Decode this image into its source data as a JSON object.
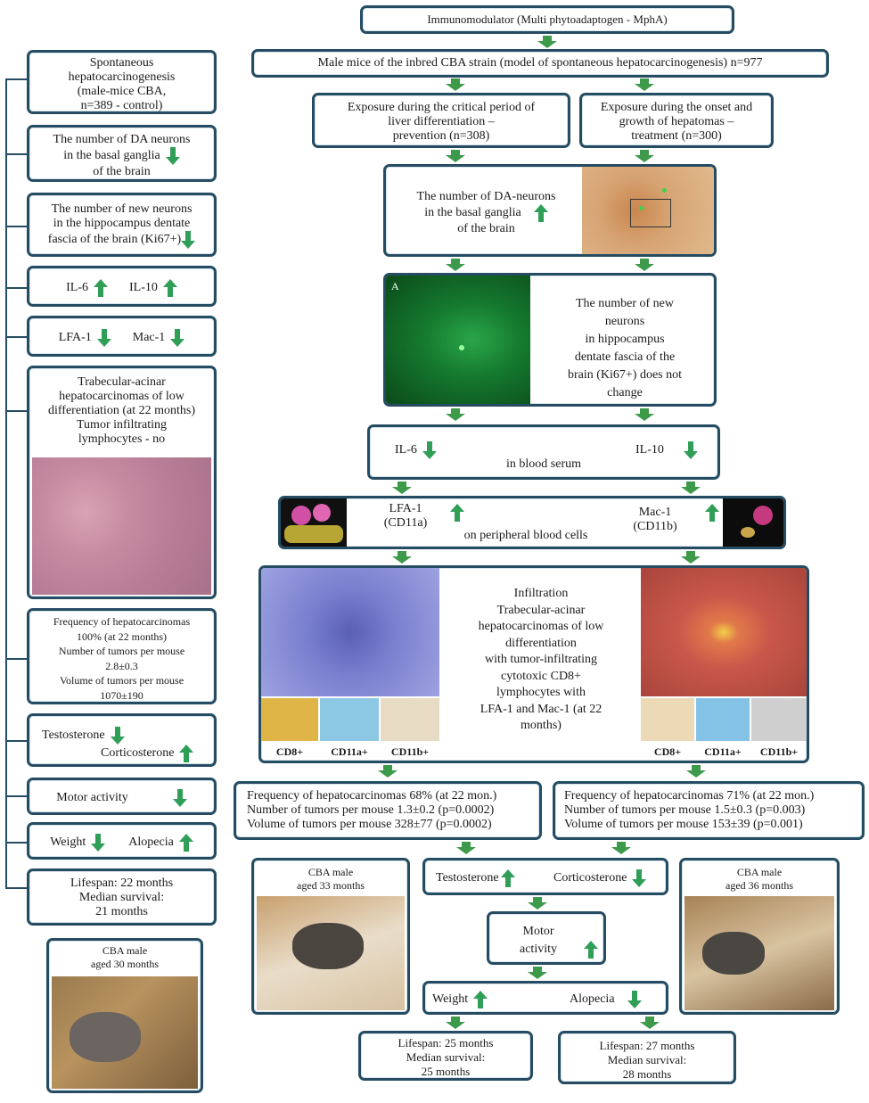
{
  "colors": {
    "border": "#254c62",
    "arrow": "#3d9a4a",
    "indicator": "#2f9e57"
  },
  "top": {
    "immunomodulator": "Immunomodulator (Multi phytoadaptogen - MphA)",
    "mice": "Male mice of the inbred CBA strain  (model of spontaneous hepatocarcinogenesis) n=977"
  },
  "left": {
    "control": [
      "Spontaneous",
      "hepatocarcinogenesis",
      "(male-mice CBA,",
      "n=389 - control)"
    ],
    "da": [
      "The number of DA neurons",
      "in the basal ganglia",
      "of the brain"
    ],
    "newneurons": [
      "The number of new neurons",
      "in the hippocampus dentate",
      "fascia of the brain (Ki67+)"
    ],
    "il6": "IL-6",
    "il10": "IL-10",
    "lfa": "LFA-1",
    "mac": "Mac-1",
    "tumor": [
      "Trabecular-acinar",
      "hepatocarcinomas of low",
      "differentiation  (at 22 months)",
      "Tumor infiltrating",
      "lymphocytes  - no"
    ],
    "freq": [
      "Frequency of hepatocarcinomas",
      "100% (at 22 months)",
      "Number of tumors per mouse",
      "2.8±0.3",
      "Volume of tumors per mouse",
      "1070±190"
    ],
    "testo": "Testosterone",
    "cortico": "Corticosterone",
    "motor": "Motor activity",
    "weight": "Weight",
    "alopecia": "Alopecia",
    "life": [
      "Lifespan: 22 months",
      "Median survival:",
      "21 months"
    ],
    "mouse": [
      "CBA male",
      "aged 30 months"
    ]
  },
  "prevention": [
    "Exposure during  the critical period of",
    "liver differentiation –",
    "prevention (n=308)"
  ],
  "treatment": [
    "Exposure during  the onset and",
    "growth of hepatomas –",
    "treatment (n=300)"
  ],
  "da_center": [
    "The number of DA-neurons",
    "in the basal ganglia",
    "of the brain"
  ],
  "panel_a": "A",
  "neurons_center": [
    "The number of new",
    "neurons",
    "in hippocampus",
    "dentate fascia of the",
    "brain (Ki67+) does not",
    "change"
  ],
  "serum": {
    "il6": "IL-6",
    "il10": "IL-10",
    "label": "in blood serum"
  },
  "cells": {
    "lfa": [
      "LFA-1",
      "(CD11a)"
    ],
    "mac": [
      "Mac-1",
      "(CD11b)"
    ],
    "label": "on peripheral blood cells"
  },
  "infiltration": [
    "Infiltration",
    "Trabecular-acinar",
    "hepatocarcinomas of low",
    "differentiation",
    "with tumor-infiltrating",
    "cytotoxic CD8+",
    "lymphocytes  with",
    "LFA-1 and Mac-1 (at 22",
    "months)"
  ],
  "stains": [
    "CD8+",
    "CD11a+",
    "CD11b+"
  ],
  "freq_prev": [
    "Frequency of hepatocarcinomas 68% (at 22 mon.)",
    "Number of tumors per mouse 1.3±0.2 (p=0.0002)",
    "Volume of tumors per mouse 328±77 (p=0.0002)"
  ],
  "freq_treat": [
    "Frequency of hepatocarcinomas 71% (at 22 mon.)",
    "Number of tumors per mouse 1.5±0.3 (p=0.003)",
    "Volume of tumors per mouse 153±39 (p=0.001)"
  ],
  "mouse33": [
    "CBA male",
    "aged 33 months"
  ],
  "mouse36": [
    "CBA male",
    "aged 36 months"
  ],
  "hormones": {
    "testo": "Testosterone",
    "cortico": "Corticosterone"
  },
  "motor": [
    "Motor",
    "activity"
  ],
  "weight": {
    "weight": "Weight",
    "alopecia": "Alopecia"
  },
  "life_prev": [
    "Lifespan: 25 months",
    "Median survival:",
    "25 months"
  ],
  "life_treat": [
    "Lifespan: 27 months",
    "Median survival:",
    "28 months"
  ]
}
